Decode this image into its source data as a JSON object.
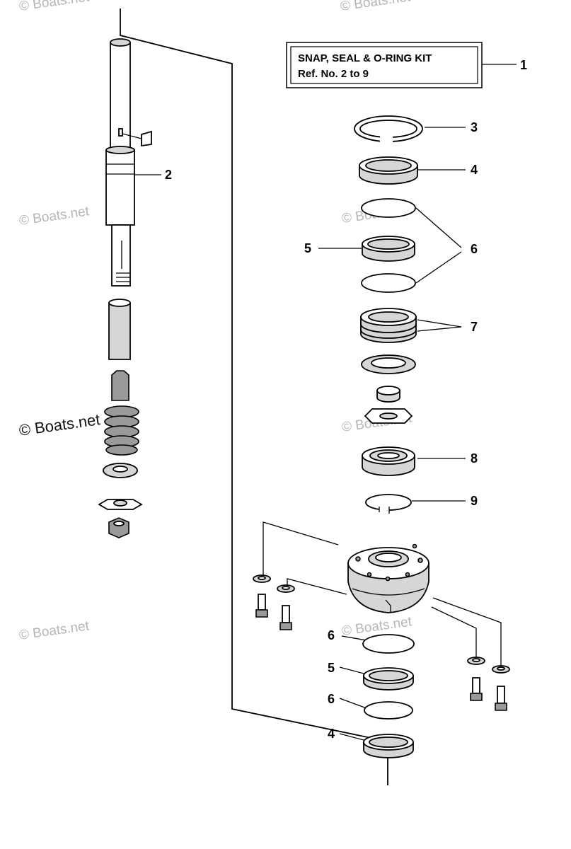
{
  "kit_box": {
    "line1": "SNAP, SEAL & O-RING KIT",
    "line2": "Ref.  No.  2   to   9"
  },
  "callouts": {
    "c1": "1",
    "c2": "2",
    "c3": "3",
    "c4": "4",
    "c5": "5",
    "c6": "6",
    "c7": "7",
    "c8": "8",
    "c9": "9",
    "c6b": "6",
    "c5b": "5",
    "c6c": "6",
    "c4b": "4"
  },
  "watermarks": {
    "wm_top_left": "© Boats.net",
    "wm_top_right": "© Boats.net",
    "wm_mid_left": "© Boats.net",
    "wm_mid_right": "© Boats.net",
    "wm_left_dark": "© Boats.net",
    "wm_right_mid": "© Boats.net",
    "wm_bottom_left": "© Boats.net",
    "wm_bottom_right": "© Boats.net"
  },
  "colors": {
    "ink": "#000000",
    "watermark": "#b5b5b5",
    "part_shade": "#d6d6d6"
  }
}
